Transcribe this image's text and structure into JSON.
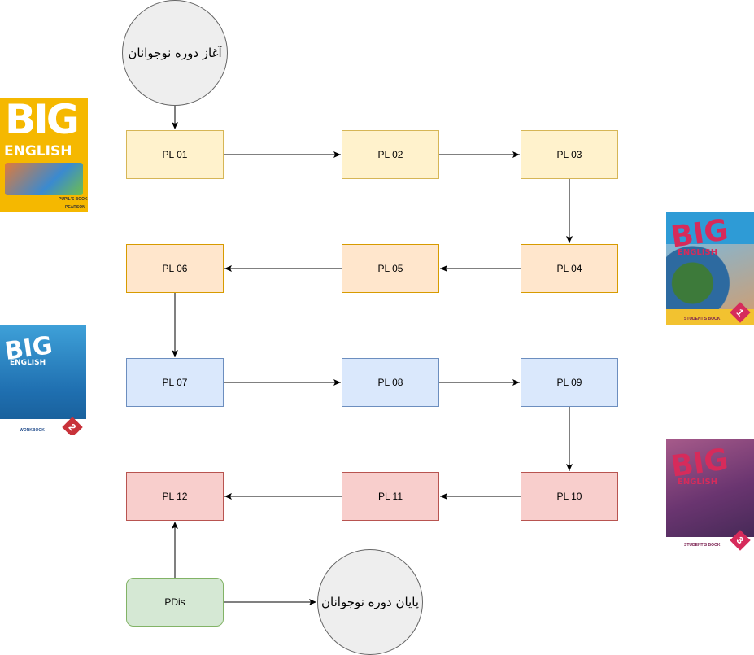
{
  "start_node": {
    "label": "آغاز دوره نوجوانان"
  },
  "end_node": {
    "label": "پایان دوره نوجوانان"
  },
  "pdis_node": {
    "label": "PDis"
  },
  "levels": [
    {
      "label": "PL 01",
      "fill": "#fff2cc",
      "stroke": "#d6b656"
    },
    {
      "label": "PL 02",
      "fill": "#fff2cc",
      "stroke": "#d6b656"
    },
    {
      "label": "PL 03",
      "fill": "#fff2cc",
      "stroke": "#d6b656"
    },
    {
      "label": "PL 04",
      "fill": "#ffe6cc",
      "stroke": "#d79b00"
    },
    {
      "label": "PL 05",
      "fill": "#ffe6cc",
      "stroke": "#d79b00"
    },
    {
      "label": "PL 06",
      "fill": "#ffe6cc",
      "stroke": "#d79b00"
    },
    {
      "label": "PL 07",
      "fill": "#dae8fc",
      "stroke": "#6c8ebf"
    },
    {
      "label": "PL 08",
      "fill": "#dae8fc",
      "stroke": "#6c8ebf"
    },
    {
      "label": "PL 09",
      "fill": "#dae8fc",
      "stroke": "#6c8ebf"
    },
    {
      "label": "PL 10",
      "fill": "#f8cecc",
      "stroke": "#b85450"
    },
    {
      "label": "PL 11",
      "fill": "#f8cecc",
      "stroke": "#b85450"
    },
    {
      "label": "PL 12",
      "fill": "#f8cecc",
      "stroke": "#b85450"
    }
  ],
  "pdis_colors": {
    "fill": "#d5e8d4",
    "stroke": "#82b366"
  },
  "books": [
    {
      "logo": "BIG",
      "logo2": "ENGLISH",
      "level": "",
      "sub": "PUPIL'S BOOK",
      "brand": "PEARSON",
      "color": "#f5b800"
    },
    {
      "logo": "BIG",
      "logo2": "ENGLISH",
      "level": "1",
      "sub": "STUDENT'S BOOK",
      "brand": "",
      "color": "#2e9bd6"
    },
    {
      "logo": "BIG",
      "logo2": "ENGLISH",
      "level": "2",
      "sub": "WORKBOOK",
      "brand": "",
      "color": "#2a7fc0"
    },
    {
      "logo": "BIG",
      "logo2": "ENGLISH",
      "level": "3",
      "sub": "STUDENT'S BOOK",
      "brand": "",
      "color": "#8a3a7a"
    }
  ]
}
